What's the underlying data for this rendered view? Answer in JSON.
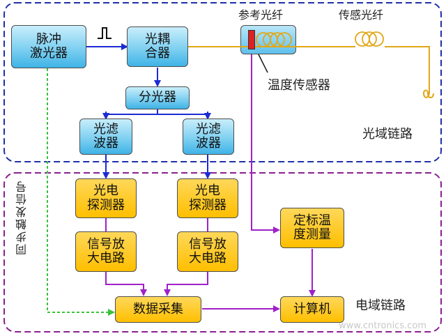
{
  "regions": {
    "optical": {
      "label": "光域链路"
    },
    "electrical": {
      "label": "电域链路"
    }
  },
  "blocks": {
    "pulse_laser": "脉冲\n激光器",
    "coupler": "光耦\n合器",
    "splitter": "分光器",
    "filter_left": "光滤\n波器",
    "filter_right": "光滤\n波器",
    "detector_left": "光电\n探测器",
    "detector_right": "光电\n探测器",
    "amp_left": "信号放\n大电路",
    "amp_right": "信号放\n大电路",
    "calibration": "定标温\n度测量",
    "acquisition": "数据采集",
    "computer": "计算机"
  },
  "labels": {
    "reference_fiber": "参考光纤",
    "sensing_fiber": "传感光纤",
    "temperature_sensor": "温度传感器",
    "sync_trigger": "同步触发信号"
  },
  "watermark": "www.cntronics.com",
  "colors": {
    "optical_region_border": "#1f2fa8",
    "electrical_region_border": "#8a1f8f",
    "optical_arrow": "#1a2bd4",
    "electrical_arrow": "#a020c8",
    "fiber": "#e0a818",
    "sync_signal": "#3cc03c",
    "sensor": "#e02020"
  }
}
